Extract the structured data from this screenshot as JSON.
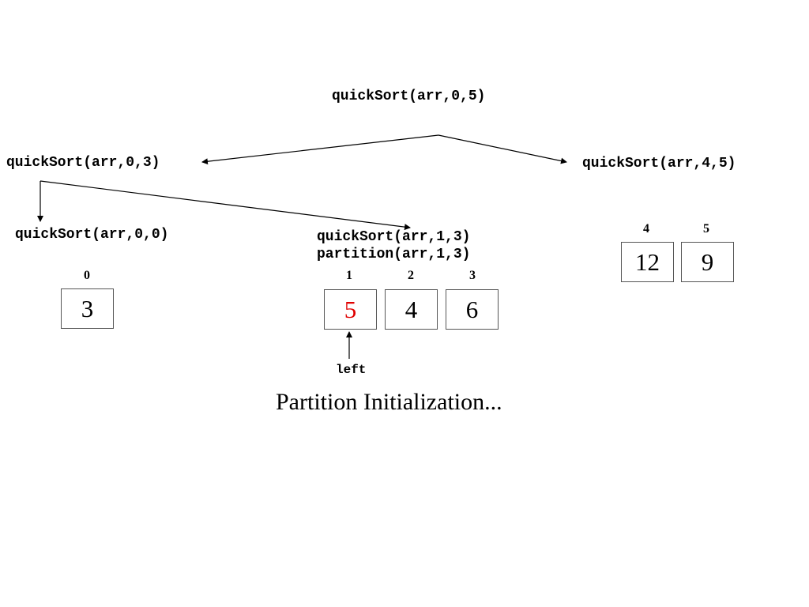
{
  "calls": {
    "root": "quickSort(arr,0,5)",
    "left": "quickSort(arr,0,3)",
    "right": "quickSort(arr,4,5)",
    "left_left": "quickSort(arr,0,0)",
    "left_right": "quickSort(arr,1,3)",
    "partition": "partition(arr,1,3)"
  },
  "arrays": {
    "a0": {
      "cells": [
        {
          "index": "0",
          "value": "3"
        }
      ]
    },
    "a13": {
      "cells": [
        {
          "index": "1",
          "value": "5",
          "highlight": true
        },
        {
          "index": "2",
          "value": "4"
        },
        {
          "index": "3",
          "value": "6"
        }
      ]
    },
    "a45": {
      "cells": [
        {
          "index": "4",
          "value": "12"
        },
        {
          "index": "5",
          "value": "9"
        }
      ]
    }
  },
  "pointer_label": "left",
  "caption": "Partition Initialization...",
  "colors": {
    "highlight": "#e00000",
    "text": "#000000",
    "border": "#555555"
  }
}
